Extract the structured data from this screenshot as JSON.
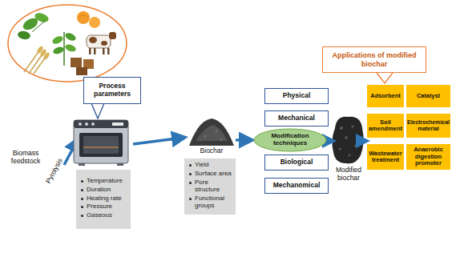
{
  "diagram": {
    "nodes": [
      {
        "text": [
          "Process parameters"
        ]
      },
      {
        "text": [
          "Temperature",
          "Duration",
          "Heating rate",
          "Pressure",
          "Gaseous"
        ]
      },
      {
        "text": [
          "Yield",
          "Surface area",
          "Pore structure",
          "Functional groups"
        ]
      },
      {
        "text": [
          "Physical"
        ]
      },
      {
        "text": [
          "Mechanical"
        ]
      },
      {
        "text": [
          "Modification techniques"
        ]
      },
      {
        "text": [
          "Biological"
        ]
      },
      {
        "text": [
          "Mechanomical"
        ]
      },
      {
        "text": [
          "Applications of modified biochar"
        ]
      },
      {
        "text": [
          "Adsorbent"
        ]
      },
      {
        "text": [
          "Catalyst"
        ]
      },
      {
        "text": [
          "Soil amendment"
        ]
      },
      {
        "text": [
          "Electrochemical material"
        ]
      },
      {
        "text": [
          "Wastewater treatment"
        ]
      },
      {
        "text": [
          "Anaerobic digestion promoter"
        ]
      }
    ],
    "labels": [
      "Biomass feedstock",
      "Pyrolysis",
      "Biochar",
      "Modified biochar"
    ]
  }
}
